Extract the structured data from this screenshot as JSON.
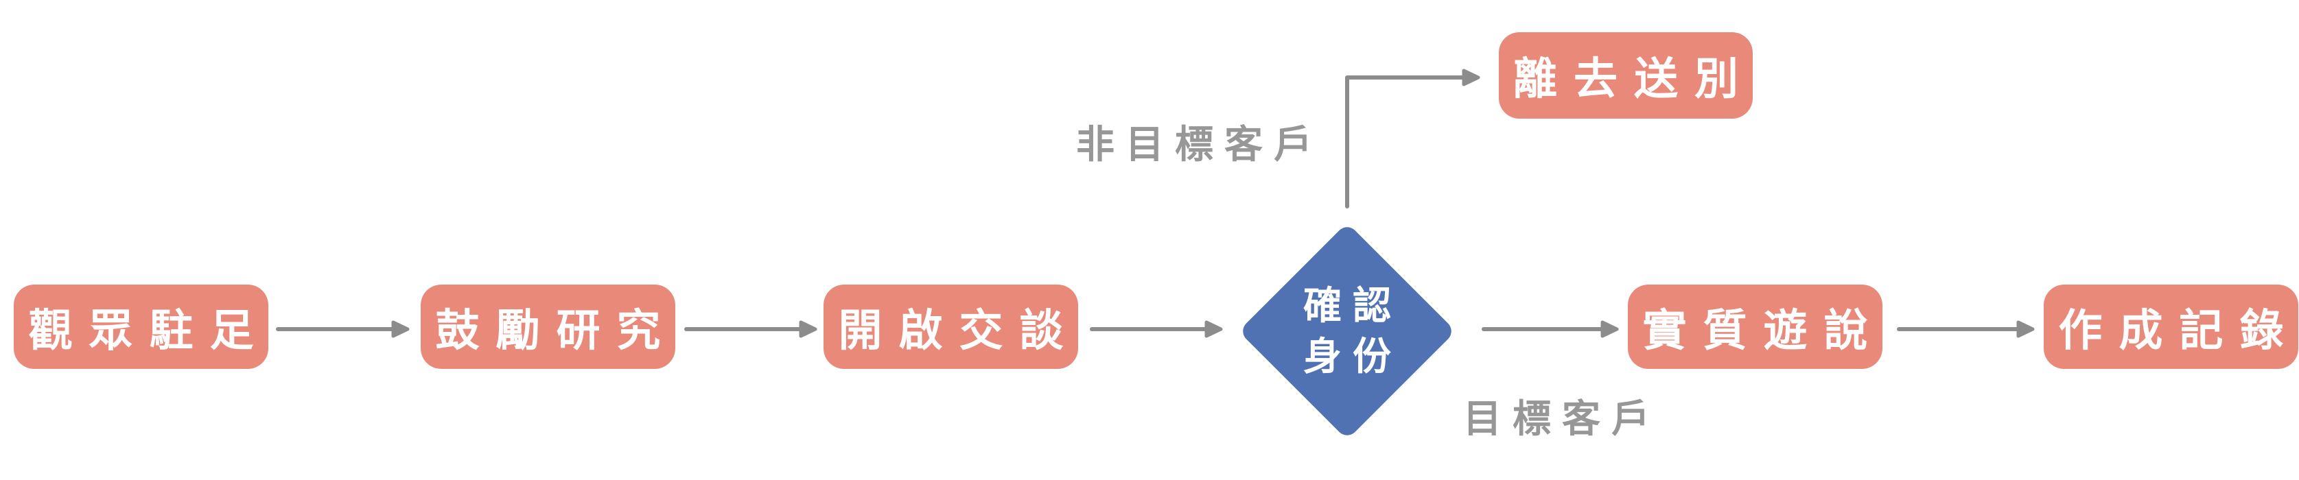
{
  "diagram": {
    "type": "flowchart",
    "direction": "left-to-right",
    "nodes": [
      {
        "id": "audience-stop",
        "label": "觀眾駐足",
        "shape": "rounded-rect",
        "role": "process"
      },
      {
        "id": "encourage-research",
        "label": "鼓勵研究",
        "shape": "rounded-rect",
        "role": "process"
      },
      {
        "id": "open-conversation",
        "label": "開啟交談",
        "shape": "rounded-rect",
        "role": "process"
      },
      {
        "id": "confirm-identity",
        "label": "確認身份",
        "label_line1": "確認",
        "label_line2": "身份",
        "shape": "diamond",
        "role": "decision"
      },
      {
        "id": "substantive-persuasion",
        "label": "實質遊說",
        "shape": "rounded-rect",
        "role": "process"
      },
      {
        "id": "create-record",
        "label": "作成記錄",
        "shape": "rounded-rect",
        "role": "process"
      },
      {
        "id": "leave-farewell",
        "label": "離去送別",
        "shape": "rounded-rect",
        "role": "process"
      }
    ],
    "edges": [
      {
        "from": "audience-stop",
        "to": "encourage-research",
        "label": ""
      },
      {
        "from": "encourage-research",
        "to": "open-conversation",
        "label": ""
      },
      {
        "from": "open-conversation",
        "to": "confirm-identity",
        "label": ""
      },
      {
        "from": "confirm-identity",
        "to": "leave-farewell",
        "label": "非目標客戶"
      },
      {
        "from": "confirm-identity",
        "to": "substantive-persuasion",
        "label": "目標客戶"
      },
      {
        "from": "substantive-persuasion",
        "to": "create-record",
        "label": ""
      }
    ],
    "edge_labels": {
      "non_target": "非目標客戶",
      "target": "目標客戶"
    },
    "colors": {
      "process_fill": "#E8897A",
      "decision_fill": "#5072B3",
      "node_text": "#FFFFFF",
      "connector": "#8C8C8C",
      "edge_label_text": "#979797",
      "background": "#FFFFFF"
    }
  }
}
